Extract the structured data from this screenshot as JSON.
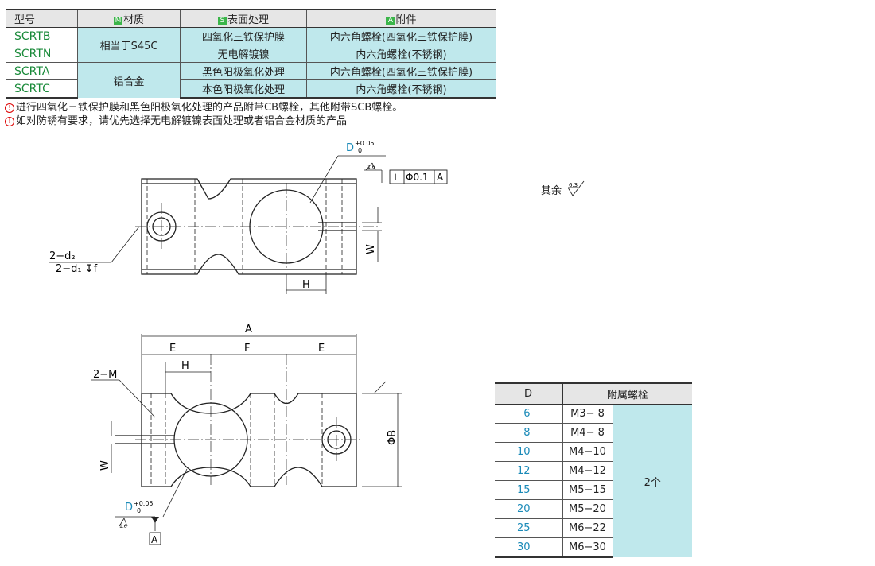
{
  "spec_table": {
    "headers": {
      "model": "型号",
      "material_tag": "M",
      "material": "材质",
      "surface_tag": "S",
      "surface": "表面处理",
      "accessory_tag": "A",
      "accessory": "附件"
    },
    "rows": [
      {
        "code": "SCRTB",
        "surface": "四氧化三铁保护膜",
        "accessory": "内六角螺栓(四氧化三铁保护膜)"
      },
      {
        "code": "SCRTN",
        "surface": "无电解镀镍",
        "accessory": "内六角螺栓(不锈钢)"
      },
      {
        "code": "SCRTA",
        "surface": "黑色阳极氧化处理",
        "accessory": "内六角螺栓(四氧化三铁保护膜)"
      },
      {
        "code": "SCRTC",
        "surface": "本色阳极氧化处理",
        "accessory": "内六角螺栓(不锈钢)"
      }
    ],
    "materials": [
      "相当于S45C",
      "铝合金"
    ]
  },
  "notes": [
    "进行四氧化三铁保护膜和黑色阳极氧化处理的产品附带CB螺栓，其他附带SCB螺栓。",
    "如对防锈有要求，请优先选择无电解镀镍表面处理或者铝合金材质的产品"
  ],
  "drawing": {
    "d_label": "D",
    "tol_upper": "+0.05",
    "tol_lower": "0",
    "roughness": "1.6",
    "geo_tol_symbol": "⊥",
    "geo_tol_value": "Φ0.1",
    "datum": "A",
    "hole_label_1": "2−d₂",
    "hole_label_2": "2−d₁ ↧f",
    "w": "W",
    "h": "H",
    "a": "A",
    "e": "E",
    "f": "F",
    "m": "2−M",
    "phi_b": "ΦB",
    "rest_text": "其余",
    "rest_roughness": "6.3"
  },
  "dim_table": {
    "headers": [
      "D",
      "附属螺栓"
    ],
    "rows": [
      {
        "d": "6",
        "bolt": "M3− 8"
      },
      {
        "d": "8",
        "bolt": "M4− 8"
      },
      {
        "d": "10",
        "bolt": "M4−10"
      },
      {
        "d": "12",
        "bolt": "M4−12"
      },
      {
        "d": "15",
        "bolt": "M5−15"
      },
      {
        "d": "20",
        "bolt": "M5−20"
      },
      {
        "d": "25",
        "bolt": "M6−22"
      },
      {
        "d": "30",
        "bolt": "M6−30"
      }
    ],
    "count": "2个"
  },
  "colors": {
    "accent_teal": "#bfe8ec",
    "code_green": "#1a8a3a",
    "d_blue": "#1a8ab8",
    "tag_green": "#3bb54a"
  }
}
